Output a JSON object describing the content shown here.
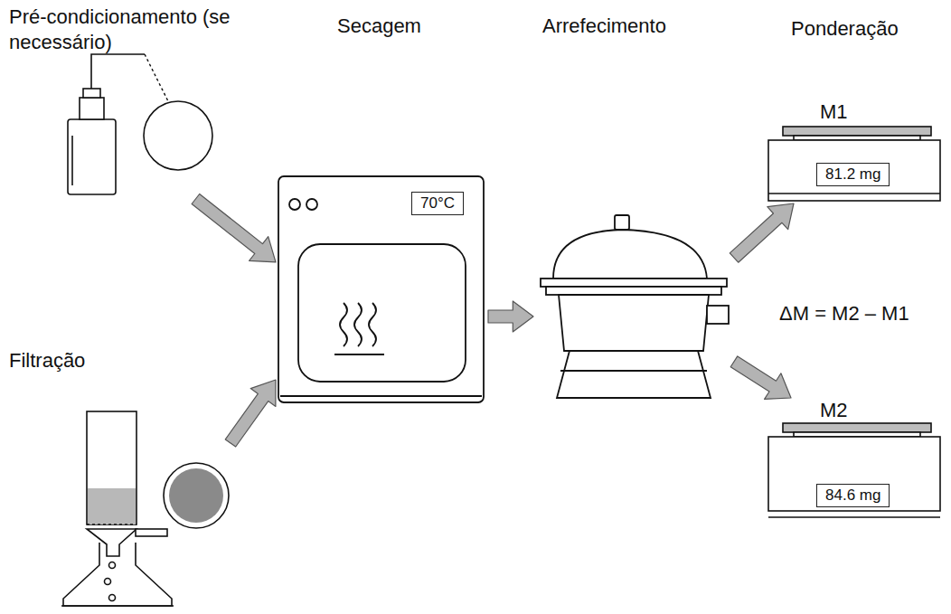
{
  "diagram": {
    "nodes": [
      {
        "text": [
          "Pré-condicionamento (se necessário)"
        ]
      },
      {
        "text": [
          "Filtração"
        ]
      },
      {
        "text": [
          "Secagem",
          "70°C"
        ]
      },
      {
        "text": [
          "Arrefecimento"
        ]
      },
      {
        "text": [
          "M1",
          "81.2 mg"
        ]
      },
      {
        "text": [
          "M2",
          "84.6 mg"
        ]
      }
    ],
    "edges": [
      {
        "from": 0,
        "to": 2,
        "arrow": "to"
      },
      {
        "from": 1,
        "to": 2,
        "arrow": "to"
      },
      {
        "from": 2,
        "to": 3,
        "arrow": "to"
      },
      {
        "from": 3,
        "to": 4,
        "arrow": "to"
      },
      {
        "from": 3,
        "to": 5,
        "arrow": "to"
      }
    ],
    "labels": [
      "Ponderação",
      "ΔM = M2 – M1"
    ]
  }
}
